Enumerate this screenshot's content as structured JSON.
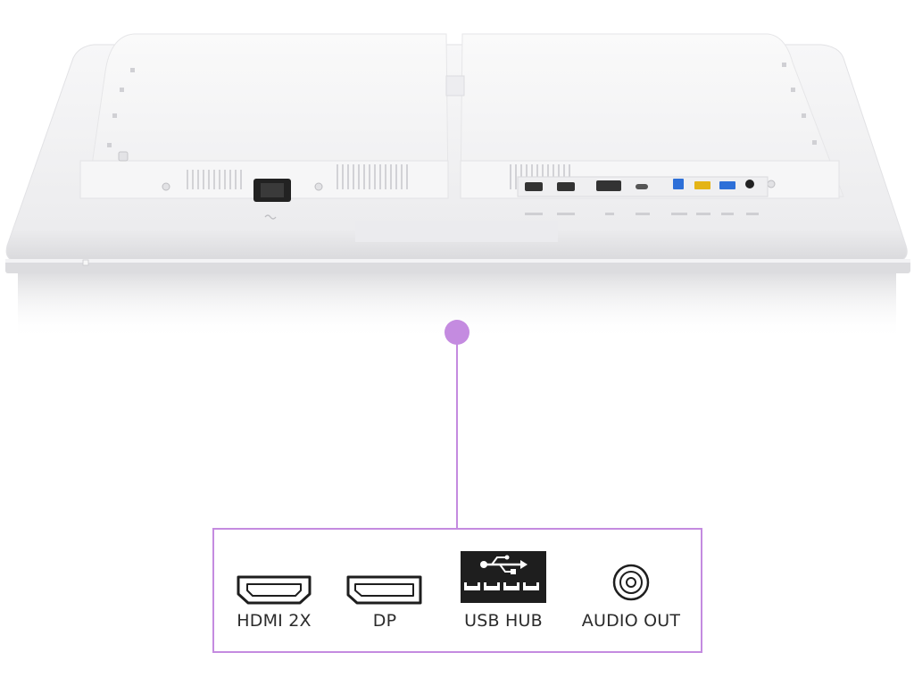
{
  "colors": {
    "accent": "#c48be0",
    "panel": "#f2f2f3",
    "port_blue": "#2d6fd8",
    "port_yellow": "#e4b416",
    "icon_dark": "#1e1e1e"
  },
  "ports": [
    {
      "icon": "hdmi-icon",
      "label": "HDMI 2X"
    },
    {
      "icon": "displayport-icon",
      "label": "DP"
    },
    {
      "icon": "usb-icon",
      "label": "USB HUB"
    },
    {
      "icon": "audio-jack-icon",
      "label": "AUDIO OUT"
    }
  ]
}
